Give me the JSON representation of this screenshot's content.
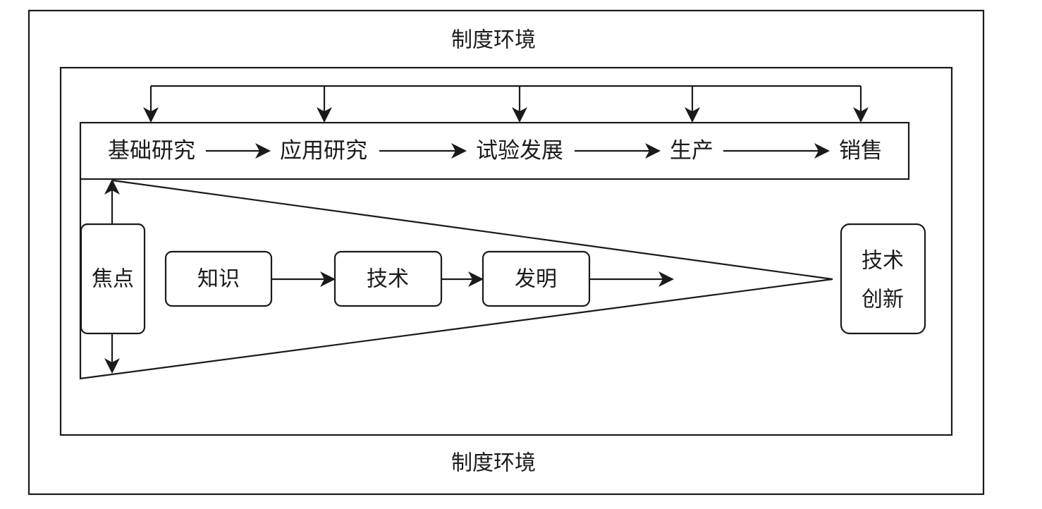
{
  "diagram": {
    "environment_label_top": "制度环境",
    "environment_label_bottom": "制度环境",
    "stages": [
      {
        "label": "基础研究"
      },
      {
        "label": "应用研究"
      },
      {
        "label": "试验发展"
      },
      {
        "label": "生产"
      },
      {
        "label": "销售"
      }
    ],
    "focus_label": "焦点",
    "chain": [
      {
        "label": "知识"
      },
      {
        "label": "技术"
      },
      {
        "label": "发明"
      }
    ],
    "outcome_label_line1": "技术",
    "outcome_label_line2": "创新",
    "colors": {
      "stroke": "#1a1a1a",
      "background": "#ffffff"
    }
  }
}
